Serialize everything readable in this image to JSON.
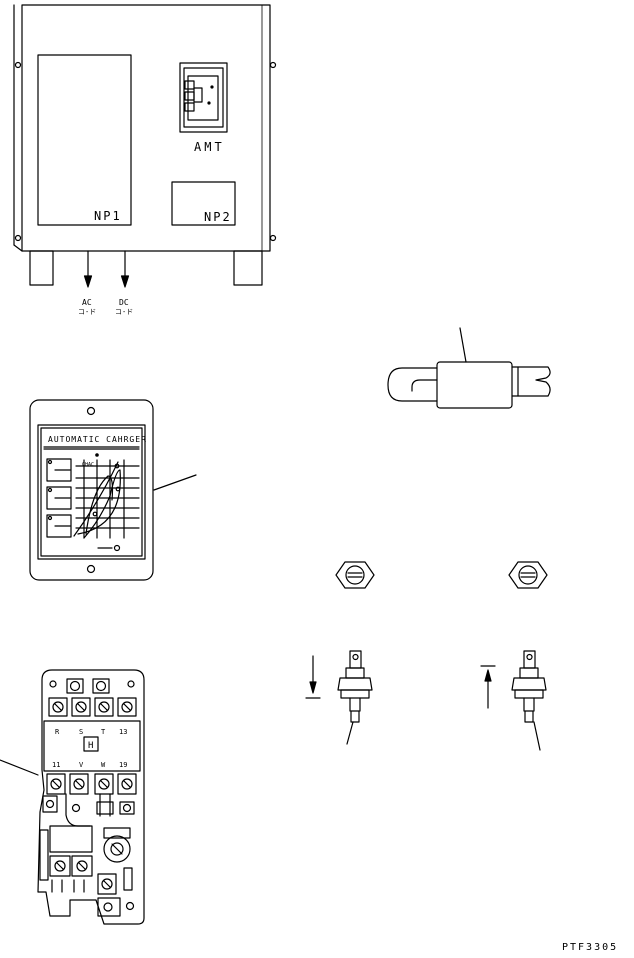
{
  "labels": {
    "np1": "NP1",
    "np2": "NP2",
    "amt": "AMT",
    "ac": "AC",
    "ac_sub": "コ-ド",
    "dc": "DC",
    "dc_sub": "コ-ド",
    "charger_title": "AUTOMATIC CAHRGER",
    "charger_small": "CHAC",
    "term_r": "R",
    "term_s": "S",
    "term_t": "T",
    "term_13": "13",
    "term_h": "H",
    "term_11": "11",
    "term_v": "V",
    "term_w": "W",
    "term_19": "19",
    "code": "PTF3305"
  },
  "colors": {
    "line": "#000000",
    "background": "#ffffff"
  }
}
